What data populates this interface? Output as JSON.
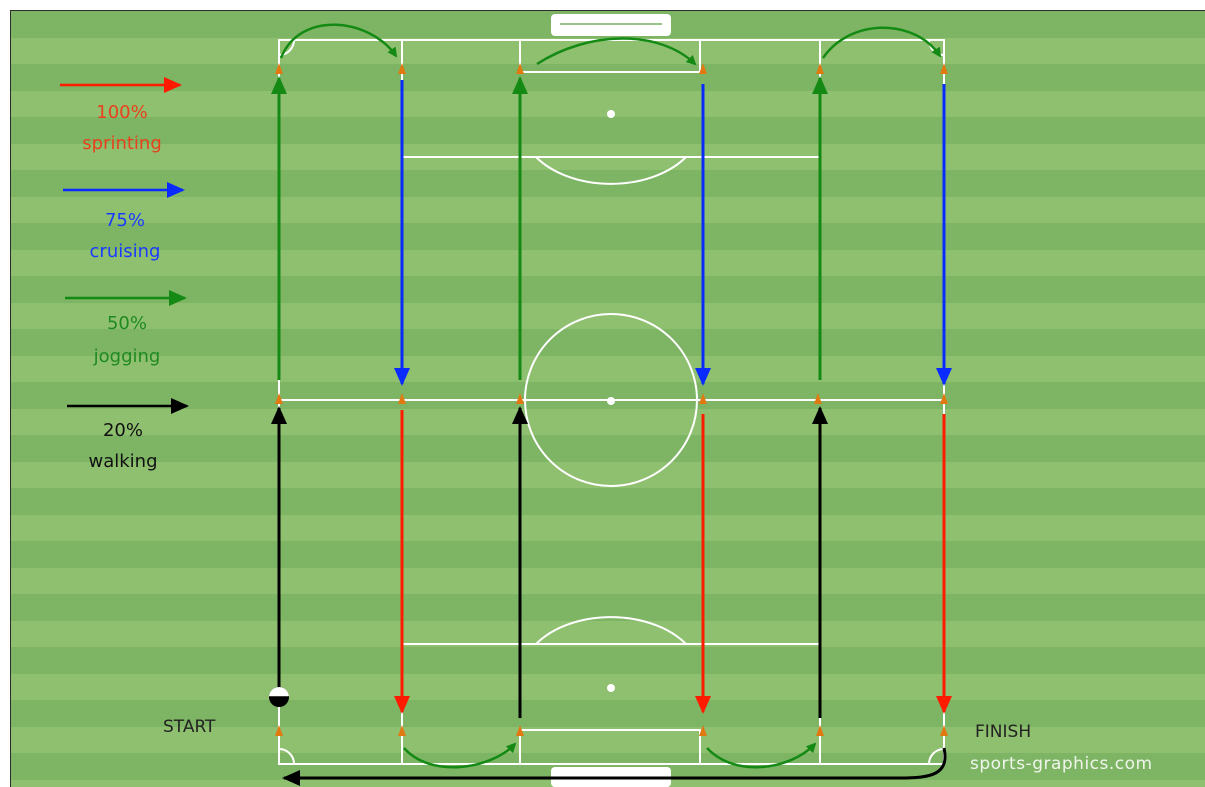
{
  "legend": [
    {
      "percent": "100%",
      "label": "sprinting",
      "color": "#ff1a00",
      "text_color": "#e8411c"
    },
    {
      "percent": "75%",
      "label": "cruising",
      "color": "#0a2bff",
      "text_color": "#1a3bff"
    },
    {
      "percent": "50%",
      "label": "jogging",
      "color": "#148a14",
      "text_color": "#1f8a1f"
    },
    {
      "percent": "20%",
      "label": "walking",
      "color": "#000000",
      "text_color": "#111111"
    }
  ],
  "labels": {
    "start": "START",
    "finish": "FINISH"
  },
  "watermark": "sports-graphics.com",
  "colors": {
    "pitch_stripe_dark": "#7db564",
    "pitch_stripe_light": "#8fc070",
    "lines": "#ffffff",
    "cone": "#e07a10"
  }
}
